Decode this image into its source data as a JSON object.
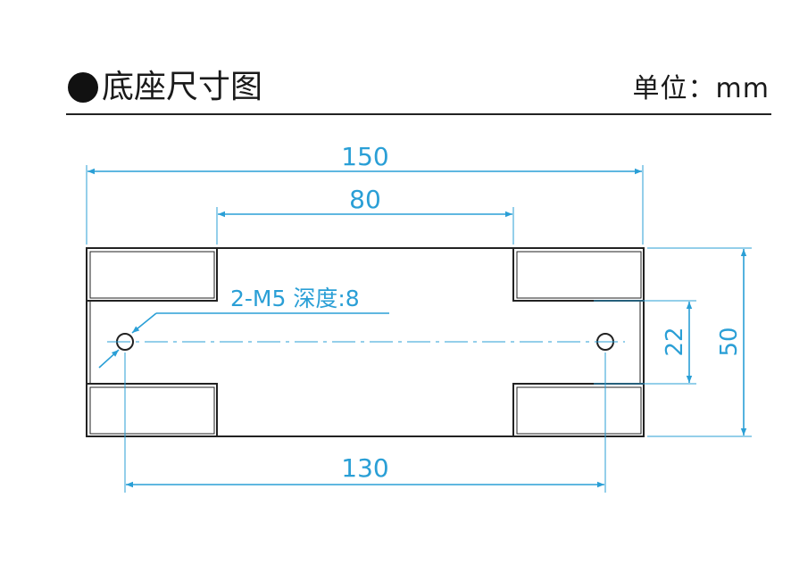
{
  "header": {
    "title": "底座尺寸图",
    "unit": "单位：mm"
  },
  "dimensions": {
    "overall_length": "150",
    "slot_spacing": "80",
    "hole_spacing": "130",
    "overall_width": "50",
    "hole_offset": "22"
  },
  "note": "2-M5 深度:8",
  "colors": {
    "dimension": "#2a9fd6",
    "outline": "#222222"
  }
}
